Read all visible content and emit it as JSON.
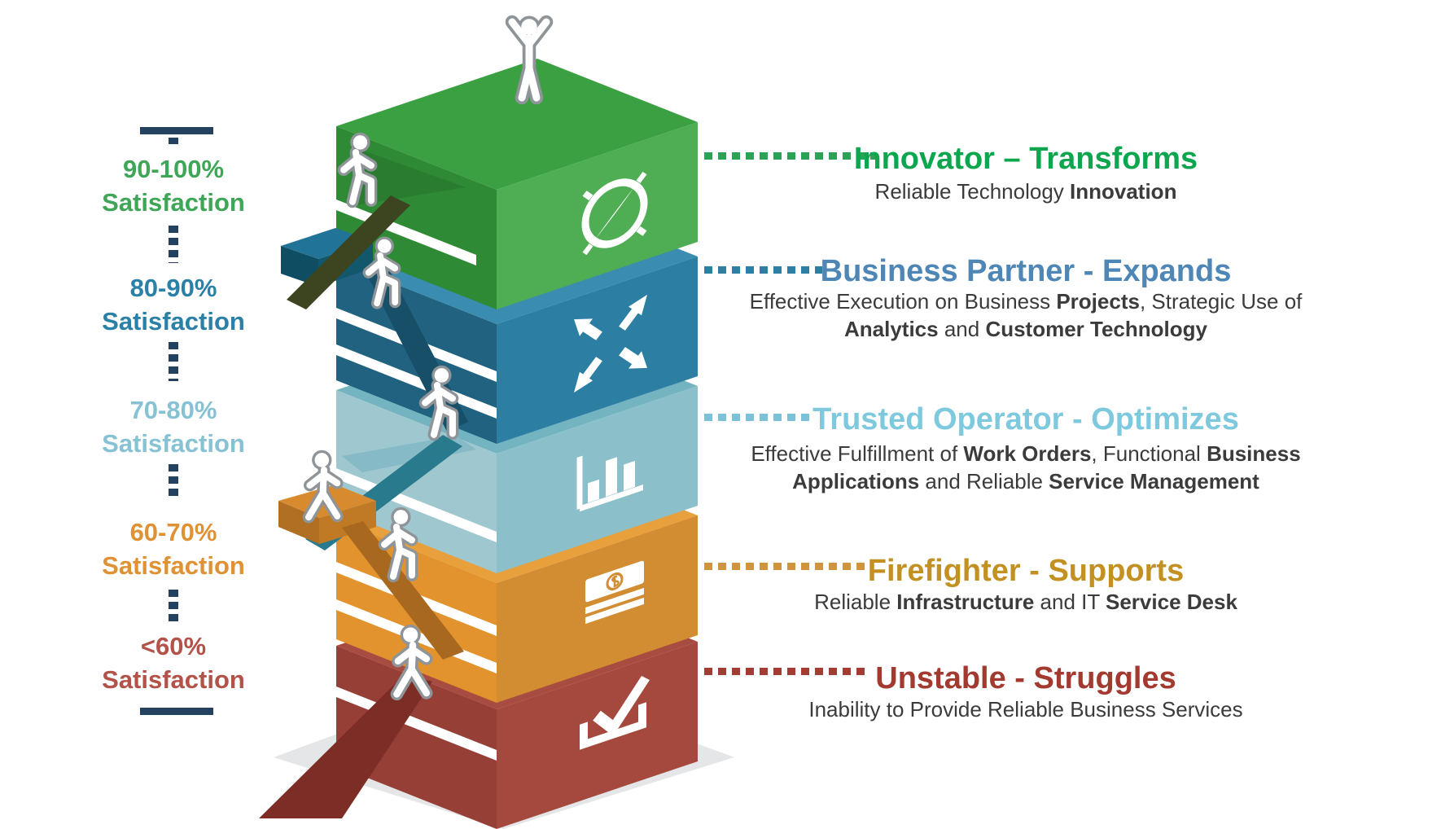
{
  "palette": {
    "navy": "#24425f",
    "description_text": "#3b3b3b",
    "figure_outline": "#8e9498",
    "shadow": "#e4e6e8",
    "white": "#ffffff"
  },
  "satisfaction_scale": {
    "items": [
      {
        "range": "90-100%",
        "word": "Satisfaction",
        "color": "#3fa557"
      },
      {
        "range": "80-90%",
        "word": "Satisfaction",
        "color": "#2b80a7"
      },
      {
        "range": "70-80%",
        "word": "Satisfaction",
        "color": "#86c2d4"
      },
      {
        "range": "60-70%",
        "word": "Satisfaction",
        "color": "#df9234"
      },
      {
        "range": "<60%",
        "word": "Satisfaction",
        "color": "#b25248"
      }
    ]
  },
  "levels": [
    {
      "name": "Innovator – Transforms",
      "title_color": "#0da64e",
      "leader_color": "#2ba357",
      "block_colors": {
        "top": "#3ba041",
        "left": "#2e8a34",
        "right": "#4fad53"
      },
      "icon": "compass-icon",
      "description_lines": [
        [
          {
            "text": "Reliable Technology ",
            "bold": false
          },
          {
            "text": "Innovation",
            "bold": true
          }
        ]
      ]
    },
    {
      "name": "Business Partner - Expands",
      "title_color": "#4e86b5",
      "leader_color": "#2d7fa3",
      "block_colors": {
        "top": "#3a8cb0",
        "left": "#20627f",
        "right": "#2c7ea3"
      },
      "icon": "expand-arrows-icon",
      "description_lines": [
        [
          {
            "text": "Effective Execution on Business ",
            "bold": false
          },
          {
            "text": "Projects",
            "bold": true
          },
          {
            "text": ", Strategic Use of",
            "bold": false
          }
        ],
        [
          {
            "text": "Analytics",
            "bold": true
          },
          {
            "text": " and ",
            "bold": false
          },
          {
            "text": "Customer Technology",
            "bold": true
          }
        ]
      ]
    },
    {
      "name": "Trusted Operator - Optimizes",
      "title_color": "#7ec9de",
      "leader_color": "#7bc1d7",
      "block_colors": {
        "top": "#74b3c0",
        "left": "#9fc7cf",
        "right": "#8bc0cb"
      },
      "icon": "bar-chart-icon",
      "description_lines": [
        [
          {
            "text": "Effective Fulfillment of ",
            "bold": false
          },
          {
            "text": "Work Orders",
            "bold": true
          },
          {
            "text": ", Functional ",
            "bold": false
          },
          {
            "text": "Business",
            "bold": true
          }
        ],
        [
          {
            "text": "Applications",
            "bold": true
          },
          {
            "text": " and Reliable ",
            "bold": false
          },
          {
            "text": "Service Management",
            "bold": true
          }
        ]
      ]
    },
    {
      "name": "Firefighter - Supports",
      "title_color": "#c29122",
      "leader_color": "#d0943c",
      "block_colors": {
        "top": "#e8a03c",
        "left": "#e2932d",
        "right": "#d28c32"
      },
      "icon": "money-icon",
      "description_lines": [
        [
          {
            "text": "Reliable ",
            "bold": false
          },
          {
            "text": "Infrastructure",
            "bold": true
          },
          {
            "text": " and IT ",
            "bold": false
          },
          {
            "text": "Service Desk",
            "bold": true
          }
        ]
      ]
    },
    {
      "name": "Unstable - Struggles",
      "title_color": "#a33a30",
      "leader_color": "#a33d33",
      "block_colors": {
        "top": "#a84b41",
        "left": "#963f36",
        "right": "#a5483e"
      },
      "icon": "checkmark-icon",
      "description_lines": [
        [
          {
            "text": "Inability to Provide Reliable Business Services",
            "bold": false
          }
        ]
      ]
    }
  ]
}
